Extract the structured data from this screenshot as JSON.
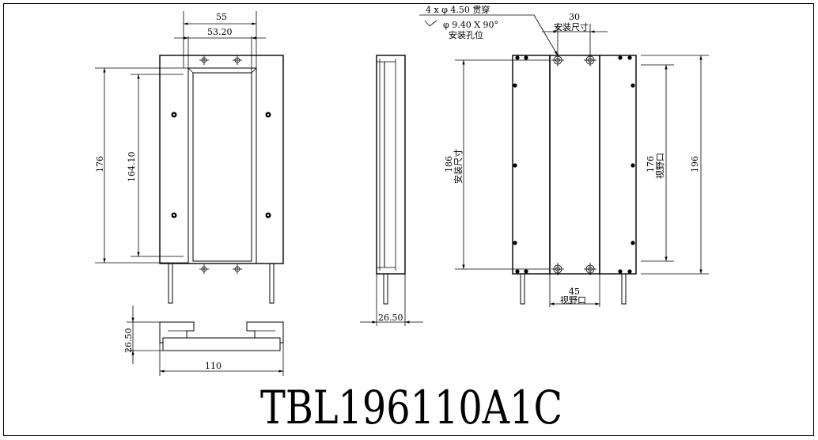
{
  "title": "TBL196110A1C",
  "front_view": {
    "dim_top_outer": "55",
    "dim_top_inner": "53.20",
    "dim_height_outer": "176",
    "dim_height_inner": "164.10"
  },
  "side_view": {
    "dim_depth": "26.50"
  },
  "bottom_view": {
    "dim_height": "26.50",
    "dim_width": "110"
  },
  "mount_view": {
    "hole_note_line1": "4 x φ 4.50 贯穿",
    "hole_note_line2": "φ 9.40 X 90°",
    "hole_note_line3": "安装孔位",
    "dim_mount_width": "30",
    "dim_mount_width_label": "安装尺寸",
    "dim_mount_height": "186",
    "dim_mount_height_label": "安装尺寸",
    "dim_view_height": "176",
    "dim_view_height_label": "视野口",
    "dim_overall_height": "196",
    "dim_view_width": "45",
    "dim_view_width_label": "视野口"
  }
}
